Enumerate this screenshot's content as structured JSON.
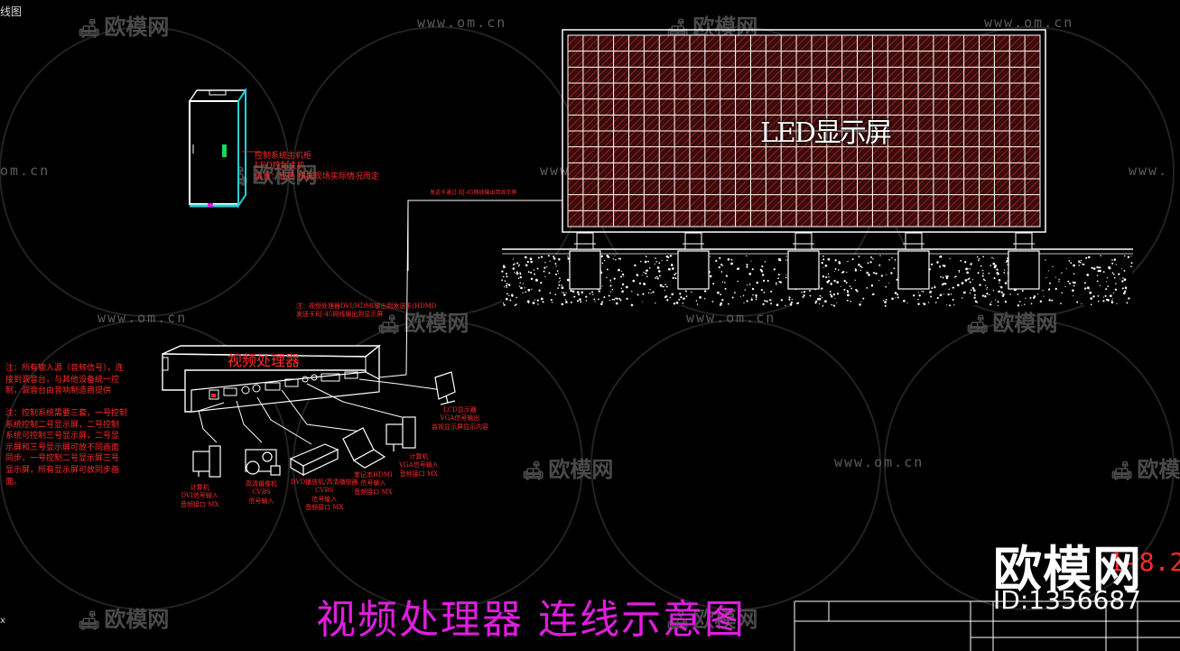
{
  "view_tab": "线图",
  "corner_mark": "x",
  "watermarks": {
    "url": "www.om.cn",
    "url_partial": "om.cn",
    "url_clipped": "www.",
    "logo": "欧模网",
    "sofa_icon": "sofa-icon"
  },
  "led_screen": {
    "label": "LED显示屏"
  },
  "processor": {
    "label": "视频处理器"
  },
  "cabinet_notes": {
    "line1": "控制系统主机柜",
    "line2": "LED控制主机",
    "line3": "位置：现场 根据现场实际情况而定"
  },
  "cable_notes": {
    "top_run": "发送卡通过 RJ-45网线输出到显示屏",
    "proc_out_1": "注：视频处理器DVI/HDMI输出到发送卡(HDMI)",
    "proc_out_2": "发送卡RJ-45网线输出到显示屏"
  },
  "left_notes": {
    "note1": [
      "注：所有输入源（音频信号），连",
      "接到调音台，与其他设备统一控",
      "制，调音台由音响制造商提供"
    ],
    "note2": [
      "注：控制系统需要三套，一号控制",
      "系统控制二号显示屏，二号控制",
      "系统可控制三号显示屏，二号显",
      "示屏和三号显示屏可放不同画面",
      "同步，一号控制二号显示屏三号",
      "显示屏，所有显示屏可放同步画",
      "面。"
    ]
  },
  "devices": {
    "lcd": [
      "LCD显示器",
      "VGA信号输出",
      "监视显示屏显示内容"
    ],
    "pc1": [
      "计算机",
      "DVI信号输入",
      "音频接口 MX"
    ],
    "camera": [
      "高清摄像机",
      "CVBS",
      "信号输入"
    ],
    "dvd": [
      "DVD播放机/高清播放器",
      "CVBS",
      "信号输入",
      "音频接口 MX"
    ],
    "laptop": [
      "笔记本HDMI",
      "信号输入",
      "音频接口 MX"
    ],
    "pc2": [
      "计算机",
      "VGA信号输入",
      "音频接口 MX"
    ]
  },
  "main_title": "视频处理器  连线示意图",
  "brand": {
    "name": "欧模网",
    "id": "ID:1356687",
    "code": "1-8.2"
  },
  "colors": {
    "background": "#000000",
    "accent_red": "#ff2a2a",
    "title_magenta": "#e21ce0",
    "screen_fill": "#3a0c0c",
    "grid_white": "#ffffff",
    "cabinet_cyan": "#21d3d3",
    "cabinet_green": "#1bd75a",
    "watermark_gray": "#4a4a4a"
  }
}
